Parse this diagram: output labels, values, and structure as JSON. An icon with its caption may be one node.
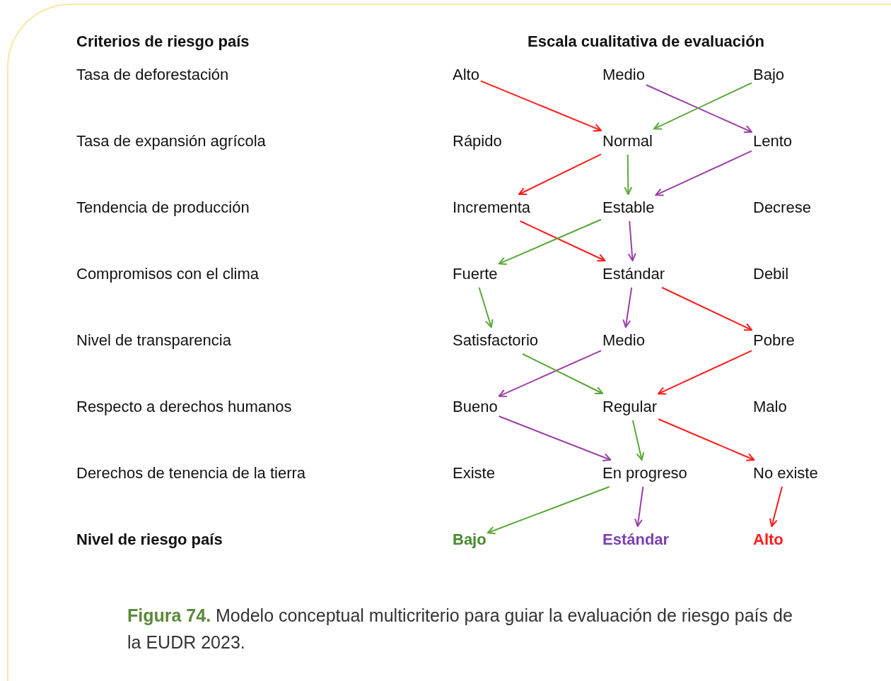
{
  "diagram": {
    "caption": "**Figura 74.** Modelo conceptual multicriterio para guiar la evaluación de riesgo país de la EUDR 2023.",
    "nodes": [
      {
        "text": [
          "Alto"
        ]
      },
      {
        "text": [
          "Medio"
        ]
      },
      {
        "text": [
          "Bajo"
        ]
      },
      {
        "text": [
          "Rápido"
        ]
      },
      {
        "text": [
          "Normal"
        ]
      },
      {
        "text": [
          "Lento"
        ]
      },
      {
        "text": [
          "Incrementa"
        ]
      },
      {
        "text": [
          "Estable"
        ]
      },
      {
        "text": [
          "Decrese"
        ]
      },
      {
        "text": [
          "Fuerte"
        ]
      },
      {
        "text": [
          "Estándar"
        ]
      },
      {
        "text": [
          "Debil"
        ]
      },
      {
        "text": [
          "Satisfactorio"
        ]
      },
      {
        "text": [
          "Medio"
        ]
      },
      {
        "text": [
          "Pobre"
        ]
      },
      {
        "text": [
          "Bueno"
        ]
      },
      {
        "text": [
          "Regular"
        ]
      },
      {
        "text": [
          "Malo"
        ]
      },
      {
        "text": [
          "Existe"
        ]
      },
      {
        "text": [
          "En progreso"
        ]
      },
      {
        "text": [
          "No existe"
        ]
      },
      {
        "text": [
          "Bajo"
        ]
      },
      {
        "text": [
          "Estándar"
        ]
      },
      {
        "text": [
          "Alto"
        ]
      }
    ],
    "edges": [
      {
        "from": 0,
        "to": 4,
        "arrow": "to",
        "color": "#ff1a1a"
      },
      {
        "from": 4,
        "to": 6,
        "arrow": "to",
        "color": "#ff1a1a"
      },
      {
        "from": 6,
        "to": 10,
        "arrow": "to",
        "color": "#ff1a1a"
      },
      {
        "from": 10,
        "to": 14,
        "arrow": "to",
        "color": "#ff1a1a"
      },
      {
        "from": 14,
        "to": 16,
        "arrow": "to",
        "color": "#ff1a1a"
      },
      {
        "from": 16,
        "to": 20,
        "arrow": "to",
        "color": "#ff1a1a"
      },
      {
        "from": 20,
        "to": 23,
        "arrow": "to",
        "color": "#ff1a1a"
      },
      {
        "from": 1,
        "to": 5,
        "arrow": "to",
        "color": "#9b3fa6"
      },
      {
        "from": 5,
        "to": 7,
        "arrow": "to",
        "color": "#9b3fa6"
      },
      {
        "from": 7,
        "to": 10,
        "arrow": "to",
        "color": "#9b3fa6"
      },
      {
        "from": 10,
        "to": 13,
        "arrow": "to",
        "color": "#9b3fa6"
      },
      {
        "from": 13,
        "to": 15,
        "arrow": "to",
        "color": "#9b3fa6"
      },
      {
        "from": 15,
        "to": 19,
        "arrow": "to",
        "color": "#9b3fa6"
      },
      {
        "from": 19,
        "to": 22,
        "arrow": "to",
        "color": "#9b3fa6"
      },
      {
        "from": 2,
        "to": 4,
        "arrow": "to",
        "color": "#5aa83a"
      },
      {
        "from": 4,
        "to": 7,
        "arrow": "to",
        "color": "#5aa83a"
      },
      {
        "from": 7,
        "to": 9,
        "arrow": "to",
        "color": "#5aa83a"
      },
      {
        "from": 9,
        "to": 12,
        "arrow": "to",
        "color": "#5aa83a"
      },
      {
        "from": 12,
        "to": 16,
        "arrow": "to",
        "color": "#5aa83a"
      },
      {
        "from": 16,
        "to": 19,
        "arrow": "to",
        "color": "#5aa83a"
      },
      {
        "from": 19,
        "to": 21,
        "arrow": "to",
        "color": "#5aa83a"
      }
    ],
    "labels": [
      "Criterios de riesgo país",
      "Escala cualitativa de evaluación",
      "Tasa de deforestación",
      "Tasa de expansión agrícola",
      "Tendencia de producción",
      "Compromisos con el clima",
      "Nivel de transparencia",
      "Respecto a derechos humanos",
      "Derechos de tenencia de la tierra",
      "Nivel de riesgo país"
    ]
  }
}
